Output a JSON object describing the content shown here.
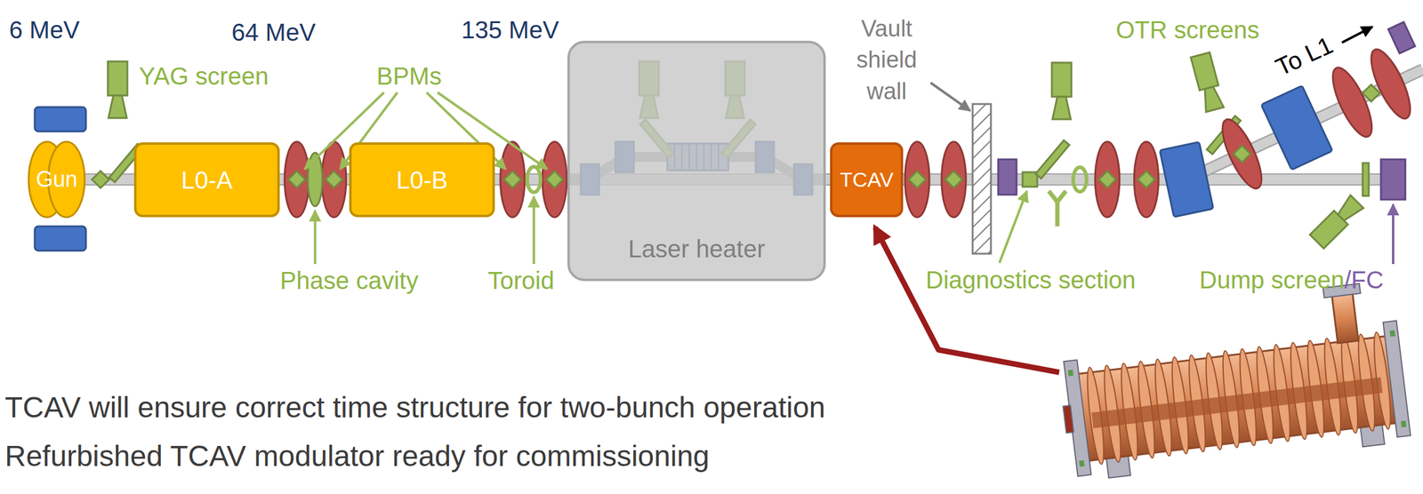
{
  "diagram": {
    "nodes": [
      {
        "text": [
          "Gun"
        ]
      },
      {
        "text": [
          "L0-A"
        ]
      },
      {
        "text": [
          "L0-B"
        ]
      },
      {
        "text": [
          "Laser heater"
        ]
      },
      {
        "text": [
          "TCAV"
        ]
      }
    ],
    "labels": [
      "6 MeV",
      "64 MeV",
      "135 MeV",
      "YAG screen",
      "BPMs",
      "Phase cavity",
      "Toroid",
      "Vault shield wall",
      "OTR screens",
      "To L1",
      "Diagnostics section",
      "Dump screen",
      "/FC",
      "TCAV will ensure correct time structure for two-bunch operation",
      "Refurbished TCAV modulator ready for commissioning"
    ]
  }
}
